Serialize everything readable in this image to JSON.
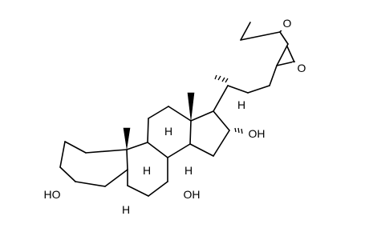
{
  "labels": {
    "ester_o": "O",
    "carbonyl_o": "O",
    "oh16": "OH",
    "oh3": "HO",
    "oh7": "OH",
    "h17": "H",
    "h8": "H",
    "h9": "H",
    "h14": "H",
    "h5": "H"
  }
}
